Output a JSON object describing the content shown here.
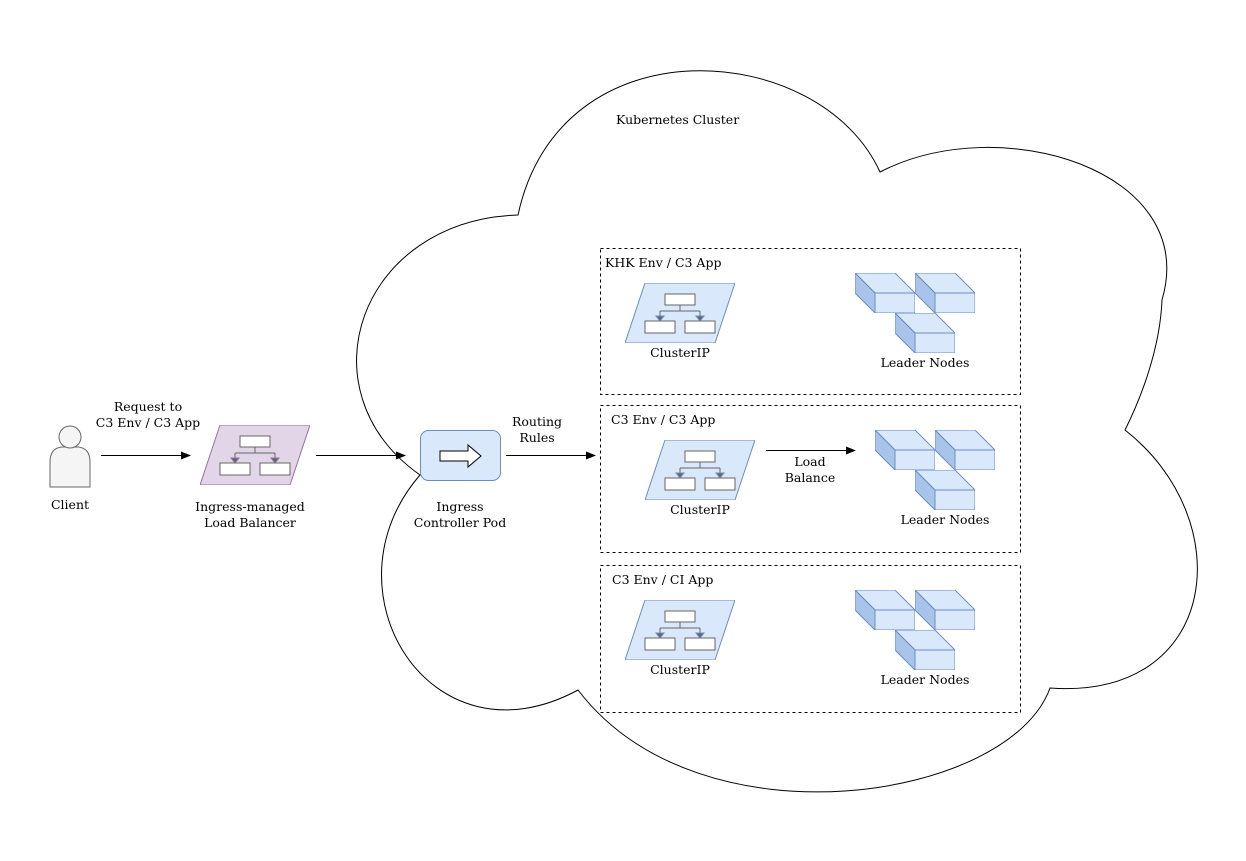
{
  "cluster": {
    "title": "Kubernetes Cluster"
  },
  "client": {
    "label": "Client",
    "icon": "user-icon"
  },
  "request": {
    "line1": "Request to",
    "line2": "C3 Env / C3 App"
  },
  "load_balancer": {
    "line1": "Ingress-managed",
    "line2": "Load Balancer",
    "icon": "load-balancer-icon",
    "color": "#e1d5e7"
  },
  "ingress": {
    "line1": "Ingress",
    "line2": "Controller Pod",
    "icon": "arrow-right-icon",
    "color": "#dae8fc"
  },
  "routing": {
    "line1": "Routing",
    "line2": "Rules"
  },
  "load_balance": {
    "line1": "Load",
    "line2": "Balance"
  },
  "groups": [
    {
      "title": "KHK Env / C3 App",
      "service": "ClusterIP",
      "nodes": "Leader Nodes"
    },
    {
      "title": "C3 Env / C3 App",
      "service": "ClusterIP",
      "nodes": "Leader Nodes"
    },
    {
      "title": "C3 Env / CI App",
      "service": "ClusterIP",
      "nodes": "Leader Nodes"
    }
  ],
  "colors": {
    "node_fill": "#dae8fc",
    "node_stroke": "#6c8ebf",
    "edge": "#000000"
  }
}
